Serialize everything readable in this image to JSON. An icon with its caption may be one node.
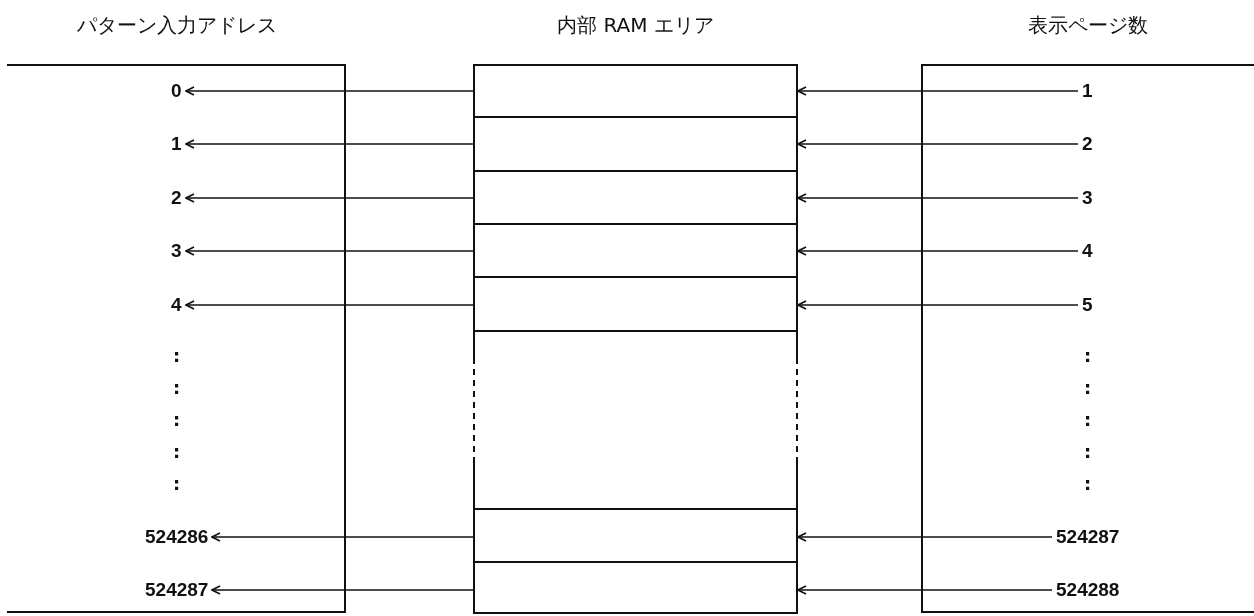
{
  "diagram": {
    "nodes": [
      {
        "text": [
          "パターン入力アドレス"
        ]
      },
      {
        "text": [
          "0"
        ],
        "in": 0
      },
      {
        "text": [
          "1"
        ],
        "in": 0
      },
      {
        "text": [
          "2"
        ],
        "in": 0
      },
      {
        "text": [
          "3"
        ],
        "in": 0
      },
      {
        "text": [
          "4"
        ],
        "in": 0
      },
      {
        "text": [
          "524286"
        ],
        "in": 0
      },
      {
        "text": [
          "524287"
        ],
        "in": 0
      },
      {
        "text": [
          "内部 RAM エリア"
        ]
      },
      {
        "text": [],
        "shape": "box",
        "in": 8
      },
      {
        "text": [],
        "shape": "box",
        "in": 8
      },
      {
        "text": [],
        "shape": "box",
        "in": 8
      },
      {
        "text": [],
        "shape": "box",
        "in": 8
      },
      {
        "text": [],
        "shape": "box",
        "in": 8
      },
      {
        "text": [],
        "shape": "box",
        "in": 8
      },
      {
        "text": [],
        "shape": "box",
        "in": 8
      },
      {
        "text": [],
        "shape": "box",
        "in": 8
      },
      {
        "text": [
          "表示ページ数"
        ]
      },
      {
        "text": [
          "1"
        ],
        "in": 17
      },
      {
        "text": [
          "2"
        ],
        "in": 17
      },
      {
        "text": [
          "3"
        ],
        "in": 17
      },
      {
        "text": [
          "4"
        ],
        "in": 17
      },
      {
        "text": [
          "5"
        ],
        "in": 17
      },
      {
        "text": [
          "524287"
        ],
        "in": 17
      },
      {
        "text": [
          "524288"
        ],
        "in": 17
      }
    ],
    "edges": [
      {
        "from": 9,
        "to": 1,
        "arrow": "to"
      },
      {
        "from": 18,
        "to": 9,
        "arrow": "to"
      },
      {
        "from": 10,
        "to": 2,
        "arrow": "to"
      },
      {
        "from": 19,
        "to": 10,
        "arrow": "to"
      },
      {
        "from": 11,
        "to": 3,
        "arrow": "to"
      },
      {
        "from": 20,
        "to": 11,
        "arrow": "to"
      },
      {
        "from": 12,
        "to": 4,
        "arrow": "to"
      },
      {
        "from": 21,
        "to": 12,
        "arrow": "to"
      },
      {
        "from": 13,
        "to": 5,
        "arrow": "to"
      },
      {
        "from": 22,
        "to": 13,
        "arrow": "to"
      },
      {
        "from": 15,
        "to": 6,
        "arrow": "to"
      },
      {
        "from": 23,
        "to": 15,
        "arrow": "to"
      },
      {
        "from": 16,
        "to": 7,
        "arrow": "to"
      },
      {
        "from": 24,
        "to": 16,
        "arrow": "to"
      }
    ],
    "labels": [
      ":",
      ":",
      ":",
      ":",
      ":",
      ":",
      ":",
      ":",
      ":",
      ":"
    ]
  }
}
